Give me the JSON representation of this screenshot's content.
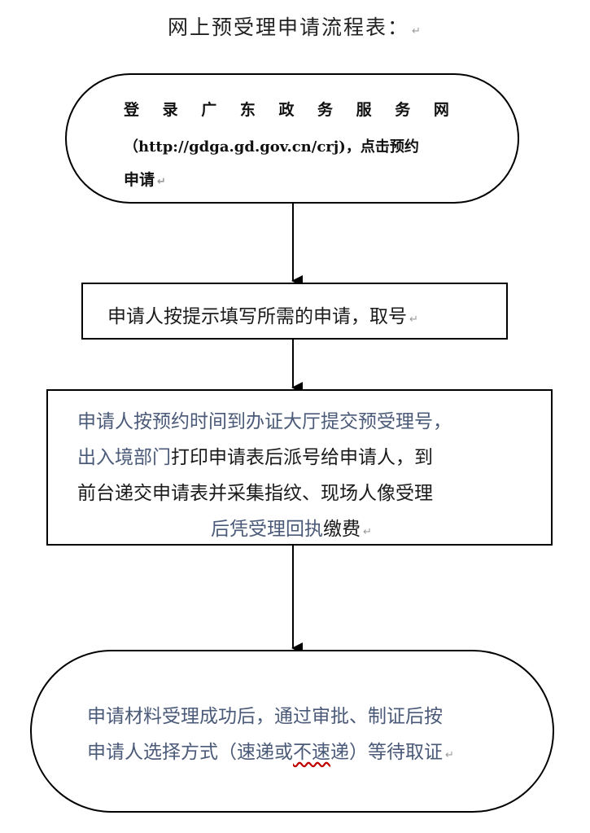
{
  "title": "网上预受理申请流程表：",
  "paragraph_mark": "↵",
  "node1": {
    "line1_chars": [
      "登",
      "录",
      "广",
      "东",
      "政",
      "务",
      "服",
      "务",
      "网"
    ],
    "line2": "（http://gdga.gd.gov.cn/crj)，点击预约",
    "line3": "申请"
  },
  "node2": {
    "text": "申请人按提示填写所需的申请，取号"
  },
  "node3": {
    "line1": "申请人按预约时间到办证大厅提交预受理号，",
    "line2_a": "出入境部门",
    "line2_b": "打印申请表后派号给申请人，到",
    "line3": "前台递交申请表并采集指纹、现场人像受理",
    "line4_a": "后凭受理回执",
    "line4_b": "缴费"
  },
  "node4": {
    "line1": "申请材料受理成功后，通过审批、制证后按",
    "line2_a": "申请人选择方式（速递或",
    "line2_b": "不速",
    "line2_c": "递）等待取证"
  }
}
